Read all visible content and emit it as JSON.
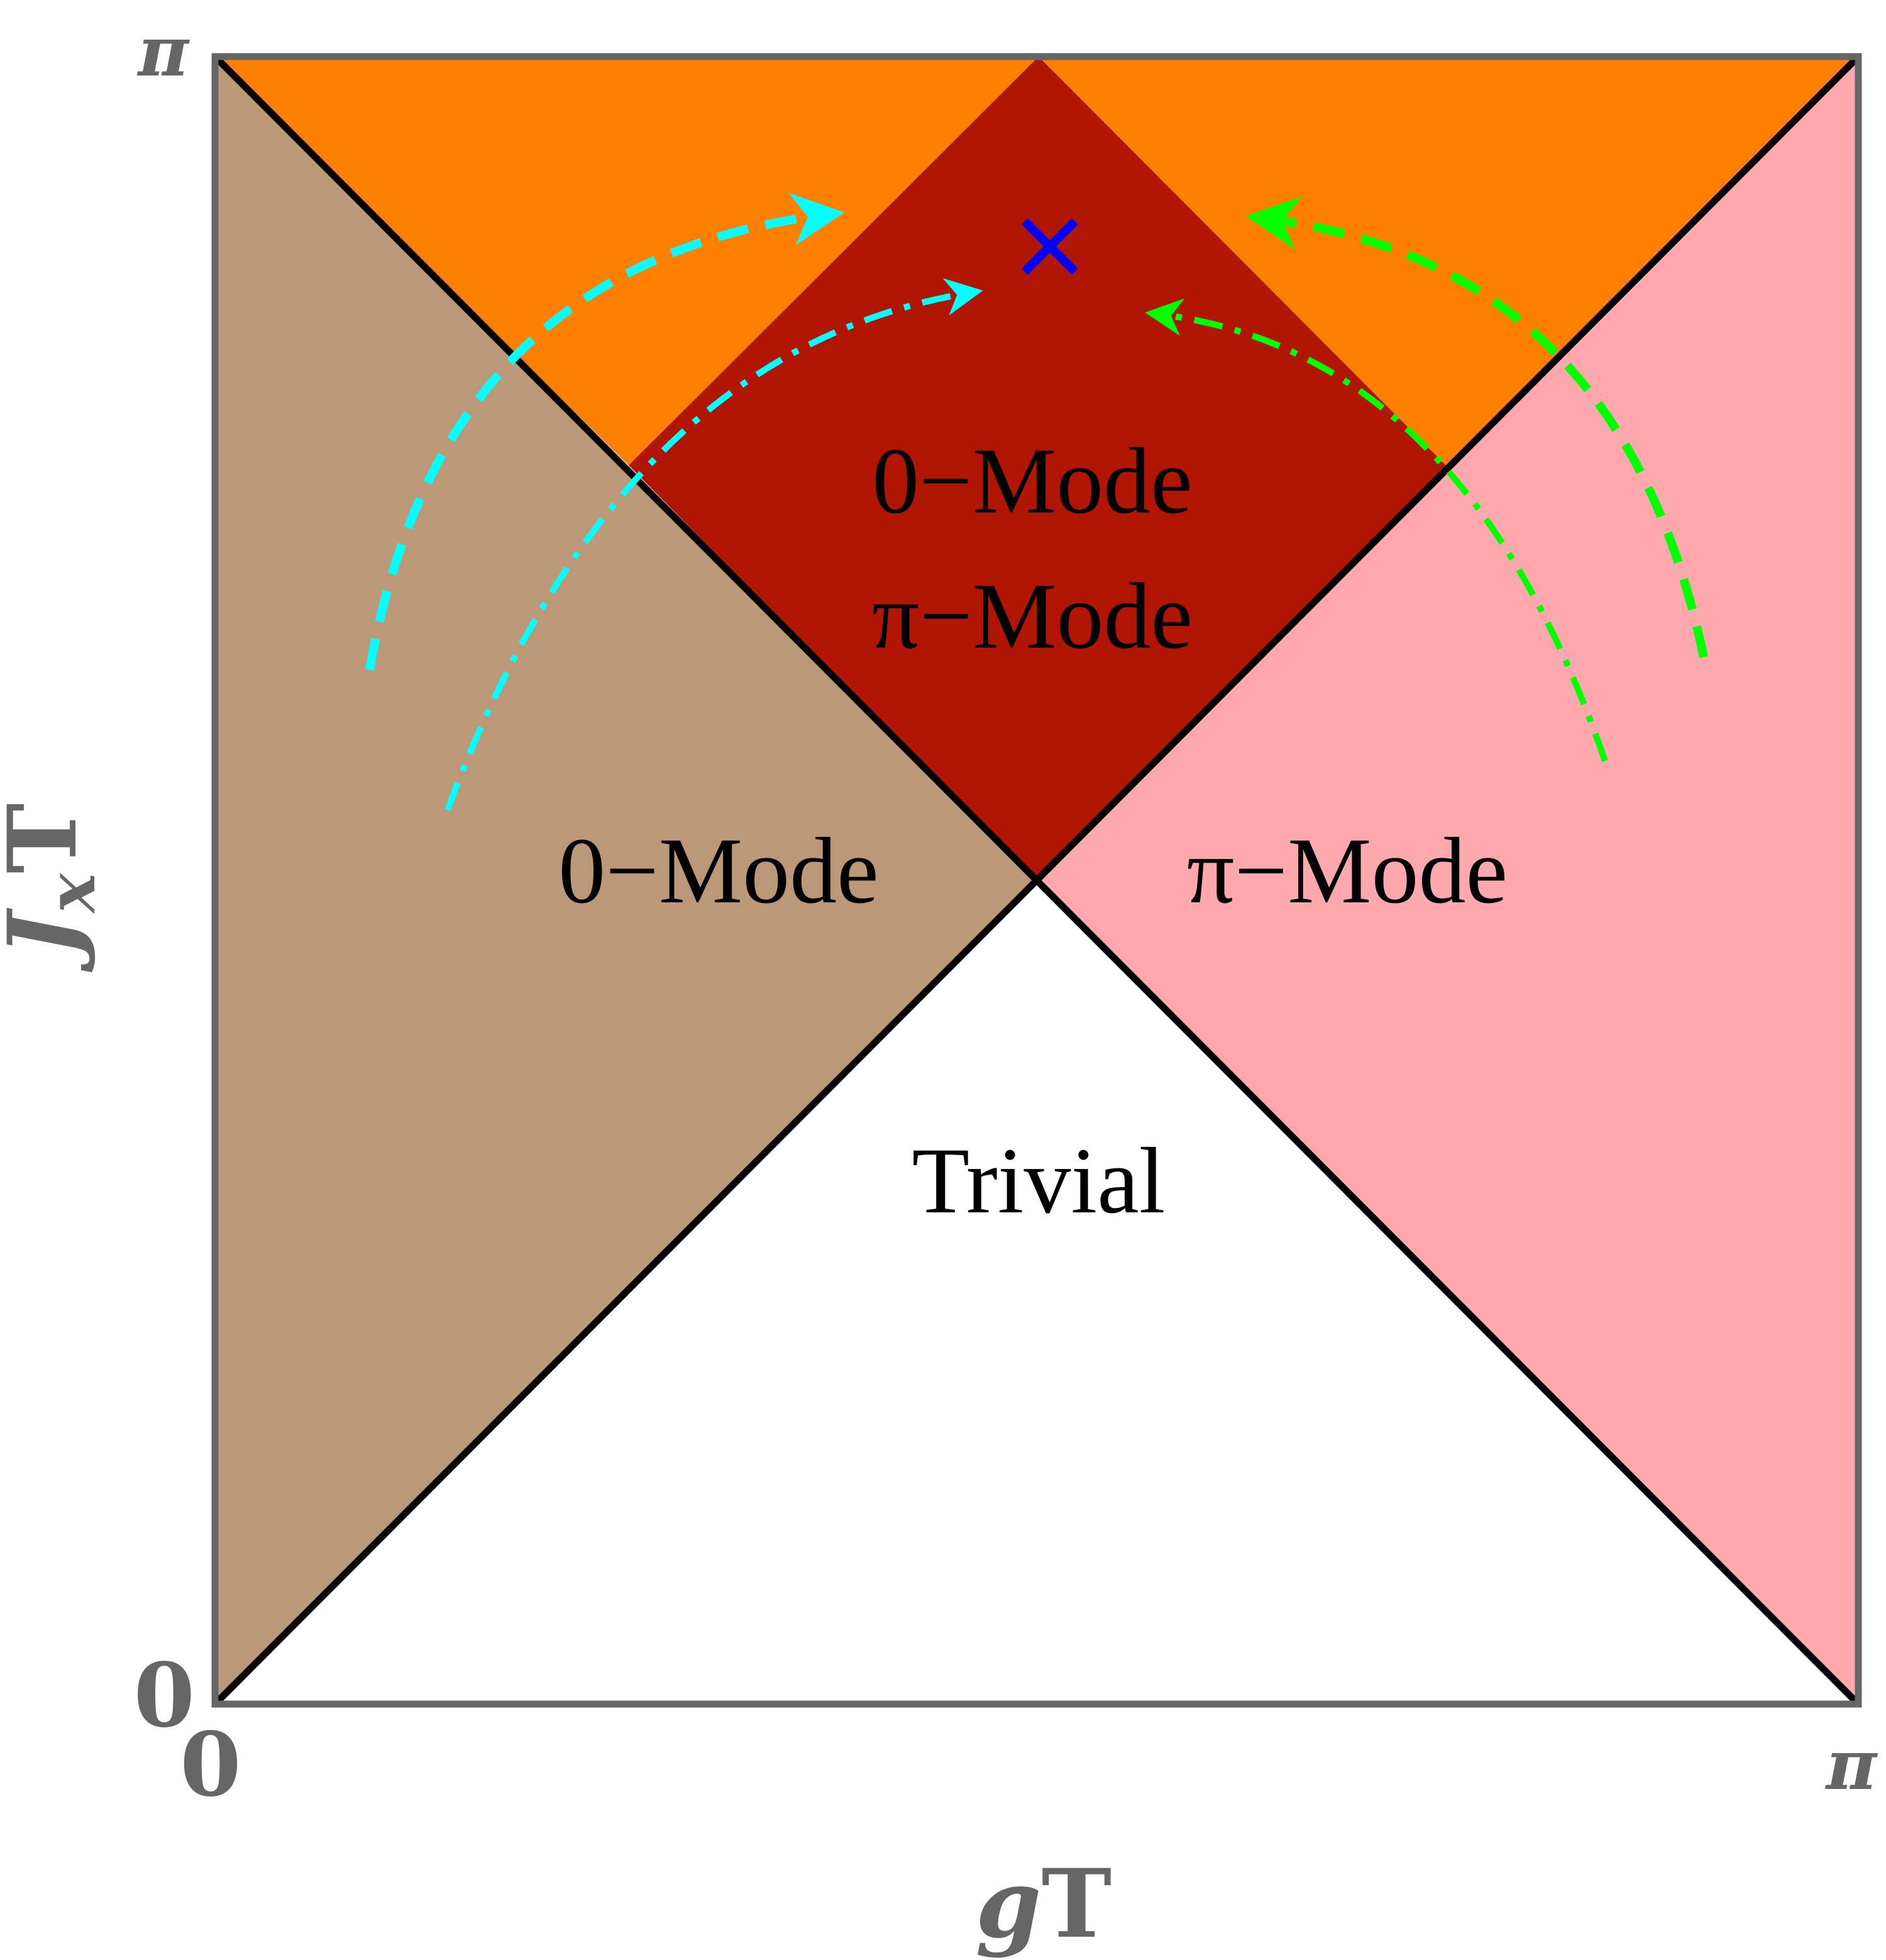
{
  "axes": {
    "x_label_var": "g",
    "x_label_unit": "T",
    "y_label_var": "J",
    "y_label_sub": "x",
    "y_label_unit": "T",
    "x_tick_min": "0",
    "x_tick_max": "π",
    "y_tick_min": "0",
    "y_tick_max": "π"
  },
  "regions": {
    "left": {
      "label": "0−Mode",
      "color": "#BB9978"
    },
    "right": {
      "label": "π−Mode",
      "color": "#FDA8AC"
    },
    "top_diamond": {
      "line1": "0−Mode",
      "line2": "π−Mode",
      "color": "#B11504"
    },
    "top_corners": {
      "color": "#FF7F00"
    },
    "bottom": {
      "label": "Trivial",
      "color": "#FFFFFF"
    }
  },
  "marker": {
    "color": "#0000FF",
    "symbol": "cross-icon"
  },
  "arrows": {
    "left_color": "#00FFFF",
    "right_color": "#00FF00"
  },
  "frame_color": "#666666",
  "boundary_color": "#000000"
}
